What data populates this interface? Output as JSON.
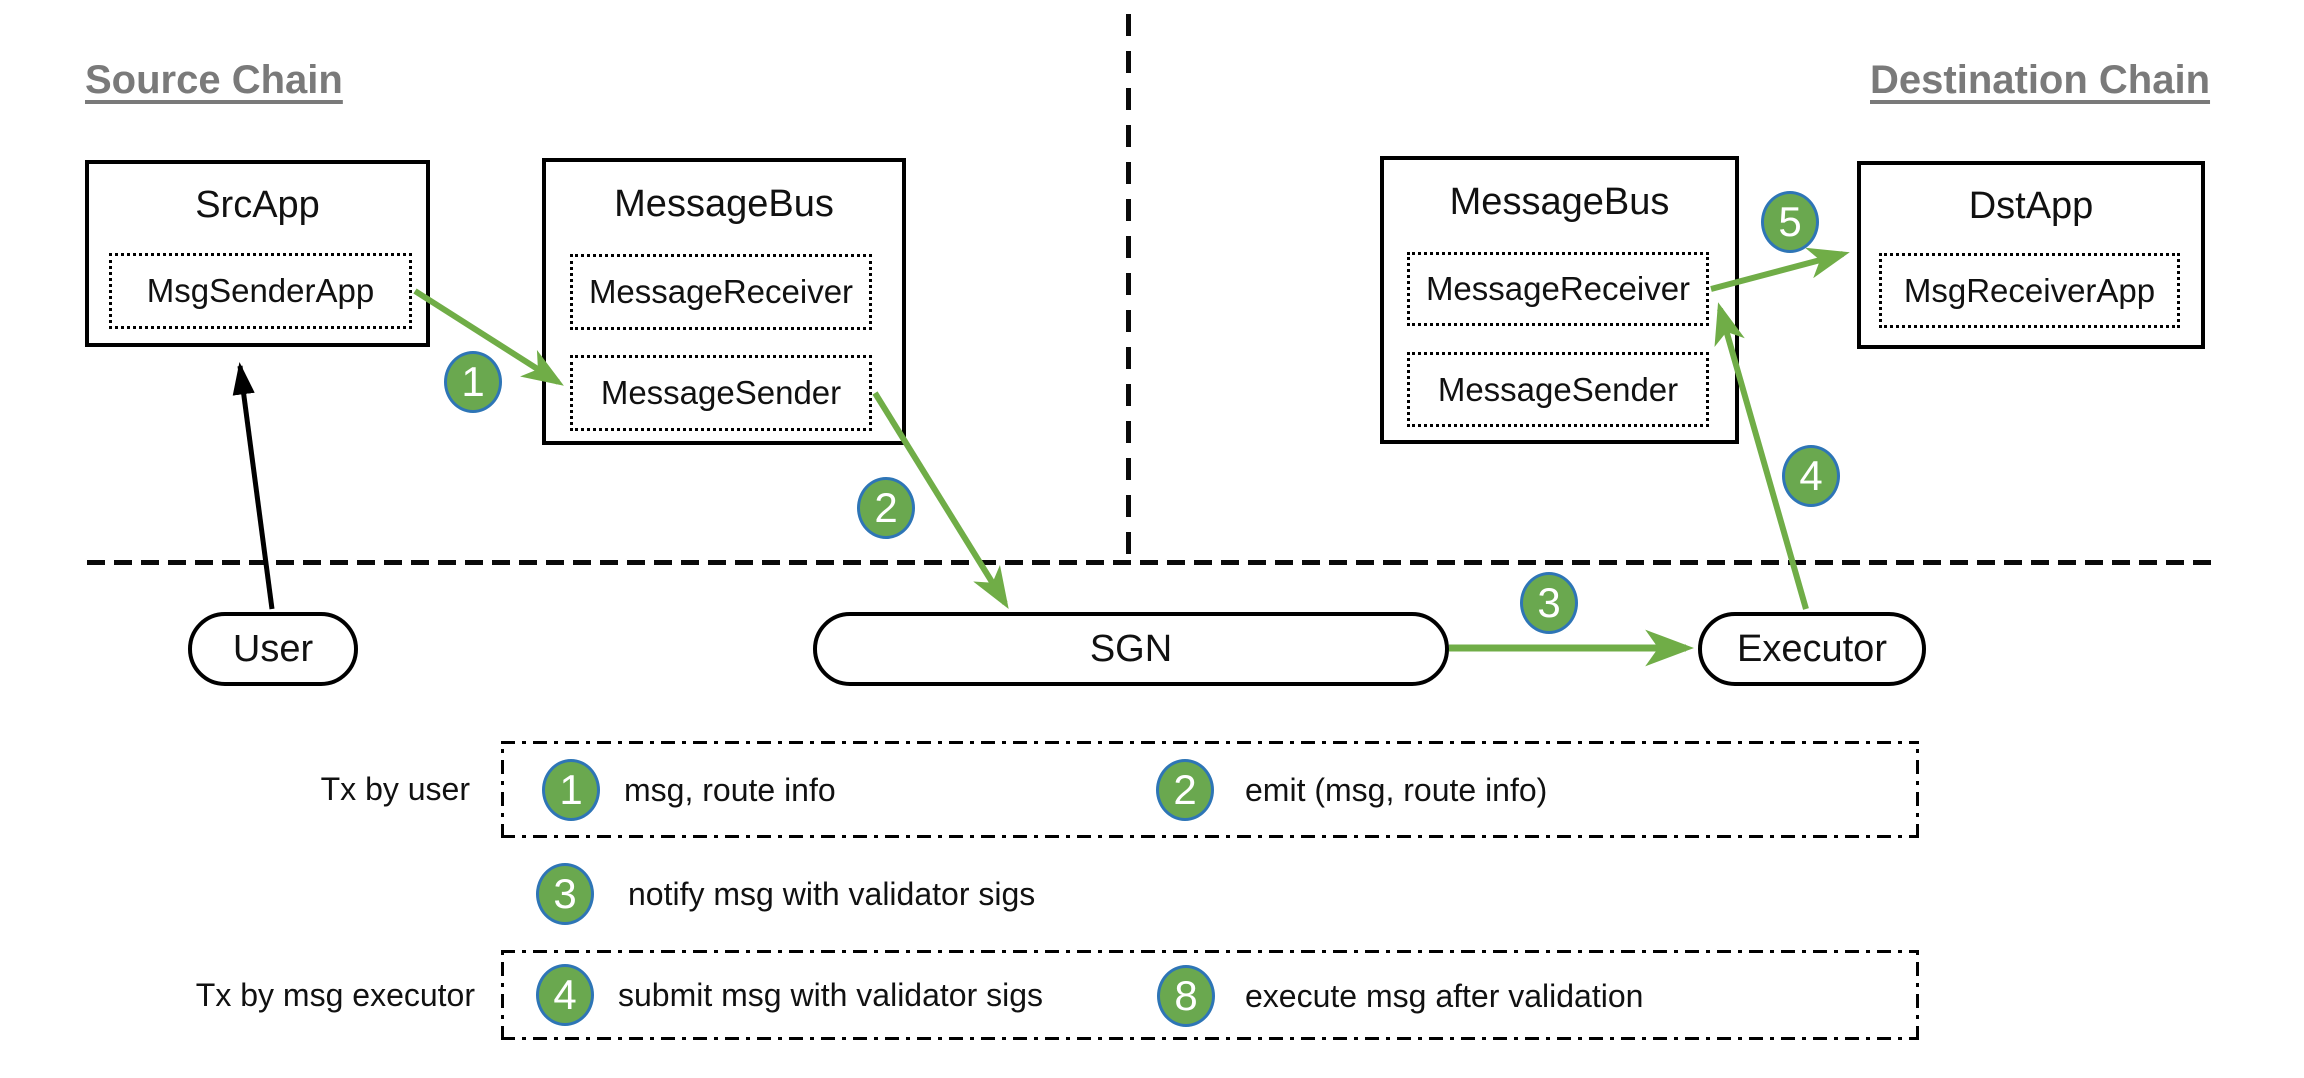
{
  "titles": {
    "source_chain": "Source Chain",
    "destination_chain": "Destination Chain"
  },
  "nodes": {
    "src_app": {
      "title": "SrcApp",
      "inner": "MsgSenderApp"
    },
    "message_bus_src": {
      "title": "MessageBus",
      "receiver": "MessageReceiver",
      "sender": "MessageSender"
    },
    "message_bus_dst": {
      "title": "MessageBus",
      "receiver": "MessageReceiver",
      "sender": "MessageSender"
    },
    "dst_app": {
      "title": "DstApp",
      "inner": "MsgReceiverApp"
    },
    "user": "User",
    "sgn": "SGN",
    "executor": "Executor"
  },
  "steps": {
    "s1": "1",
    "s2": "2",
    "s3": "3",
    "s4": "4",
    "s5": "5",
    "s8": "8"
  },
  "legend": {
    "row_user_label": "Tx by user",
    "row_executor_label": "Tx by msg executor",
    "items": {
      "i1": "msg, route info",
      "i2": "emit (msg, route info)",
      "i3": "notify msg with validator sigs",
      "i4": "submit msg with validator sigs",
      "i8": "execute msg after validation"
    }
  },
  "colors": {
    "step_circle_fill": "#6aa84f",
    "step_circle_border": "#2e75b6",
    "arrow_green": "#70ad47",
    "section_title_gray": "#7a7a7a"
  }
}
